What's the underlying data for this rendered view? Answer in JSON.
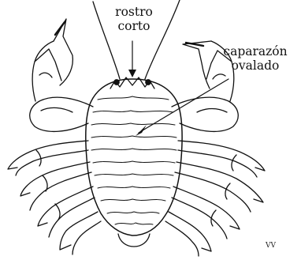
{
  "labels": {
    "rostro": {
      "line1": "rostro",
      "line2": "corto"
    },
    "caparazon": {
      "line1": "caparazón",
      "line2": "ovalado"
    }
  },
  "signature": "VV",
  "colors": {
    "ink": "#111111",
    "background": "#ffffff"
  }
}
